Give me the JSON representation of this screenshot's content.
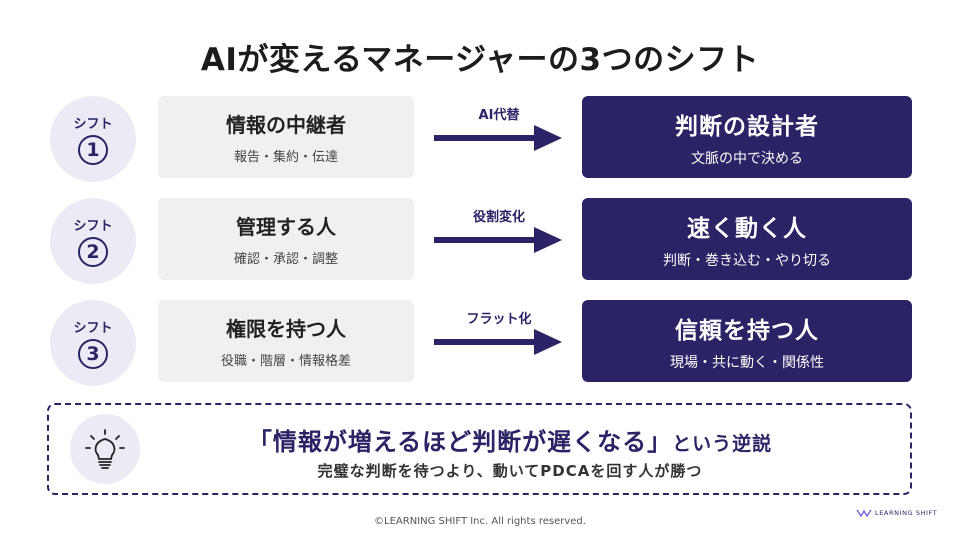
{
  "title": "AIが変えるマネージャーの3つのシフト",
  "shifts": [
    {
      "label": "シフト",
      "number": "1",
      "from_main": "情報の中継者",
      "from_sub": "報告・集約・伝達",
      "arrow_label": "AI代替",
      "to_main": "判断の設計者",
      "to_sub": "文脈の中で決める"
    },
    {
      "label": "シフト",
      "number": "2",
      "from_main": "管理する人",
      "from_sub": "確認・承認・調整",
      "arrow_label": "役割変化",
      "to_main": "速く動く人",
      "to_sub": "判断・巻き込む・やり切る"
    },
    {
      "label": "シフト",
      "number": "3",
      "from_main": "権限を持つ人",
      "from_sub": "役職・階層・情報格差",
      "arrow_label": "フラット化",
      "to_main": "信頼を持つ人",
      "to_sub": "現場・共に動く・関係性"
    }
  ],
  "paradox": {
    "icon": "lightbulb-icon",
    "main": "「情報が増えるほど判断が遅くなる」",
    "suffix": "という逆説",
    "sub": "完璧な判断を待つより、動いてPDCAを回す人が勝つ"
  },
  "footer": "©LEARNING SHIFT Inc. All rights reserved.",
  "logo_text": "LEARNING SHIFT",
  "colors": {
    "accent": "#2a2466",
    "circle_bg": "#ecebf5",
    "from_bg": "#f0f0f1"
  }
}
